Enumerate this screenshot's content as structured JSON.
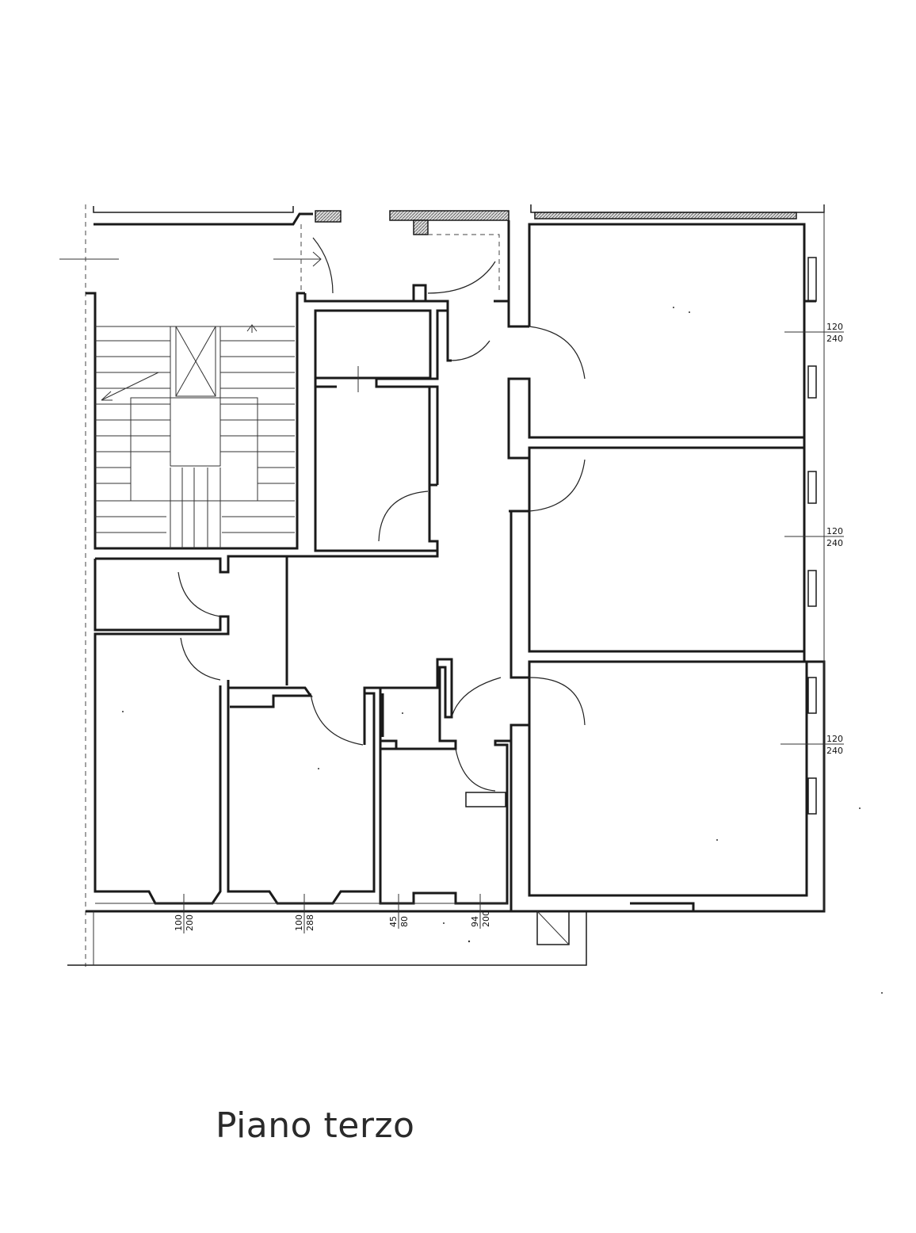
{
  "title": "Piano terzo",
  "dimensions": {
    "window_right_1_top": "120",
    "window_right_1_bottom": "240",
    "window_right_2_top": "120",
    "window_right_2_bottom": "240",
    "window_right_3_top": "120",
    "window_right_3_bottom": "240",
    "window_bottom_1_top": "100",
    "window_bottom_1_bottom": "200",
    "window_bottom_2_top": "100",
    "window_bottom_2_bottom": "288",
    "window_bottom_3_top": "45",
    "window_bottom_3_bottom": "80",
    "window_bottom_4_top": "94",
    "window_bottom_4_bottom": "200"
  },
  "colors": {
    "ink": "#1a1a1a",
    "paper": "#ffffff"
  }
}
